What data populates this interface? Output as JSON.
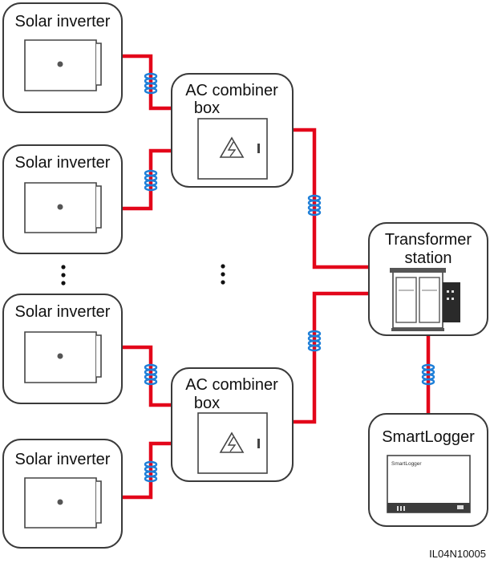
{
  "nodes": {
    "inverter_1": {
      "label": "Solar inverter",
      "icon": "solar-inverter-icon"
    },
    "inverter_2": {
      "label": "Solar inverter",
      "icon": "solar-inverter-icon"
    },
    "inverter_3": {
      "label": "Solar inverter",
      "icon": "solar-inverter-icon"
    },
    "inverter_4": {
      "label": "Solar inverter",
      "icon": "solar-inverter-icon"
    },
    "combiner_1": {
      "label_line1": "AC combiner",
      "label_line2": "box",
      "icon": "ac-combiner-box-icon"
    },
    "combiner_2": {
      "label_line1": "AC combiner",
      "label_line2": "box",
      "icon": "ac-combiner-box-icon"
    },
    "transformer": {
      "label_line1": "Transformer",
      "label_line2": "station",
      "icon": "transformer-station-icon"
    },
    "smartlogger": {
      "label": "SmartLogger",
      "device_text": "SmartLogger",
      "icon": "smartlogger-icon"
    }
  },
  "figure_id": "IL04N10005",
  "colors": {
    "cable": "#e3061a",
    "coil": "#1e7fd8",
    "border": "#3a3a3a"
  }
}
